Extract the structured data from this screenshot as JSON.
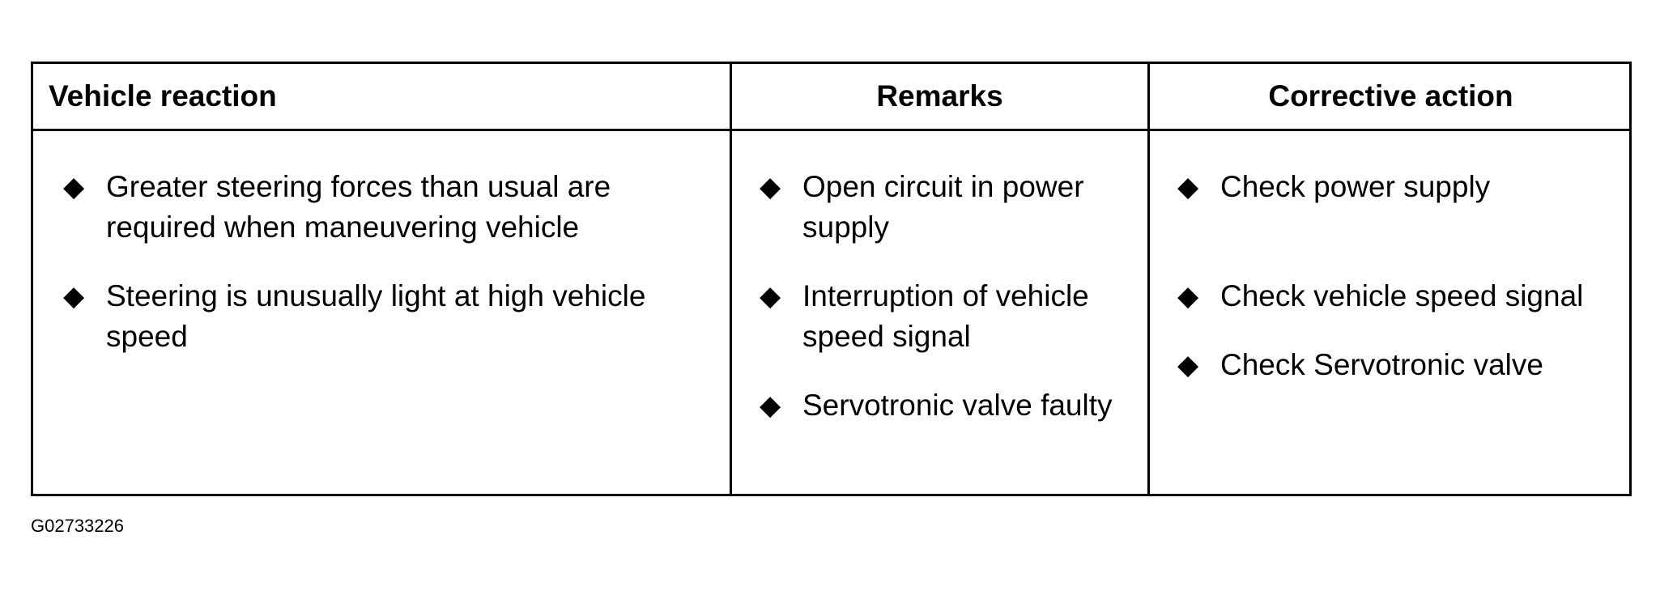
{
  "table": {
    "headers": [
      "Vehicle reaction",
      "Remarks",
      "Corrective action"
    ],
    "columns": [
      {
        "items": [
          "Greater steering forces than usual are required when maneuvering vehicle",
          "Steering is unusually light at high vehicle speed"
        ]
      },
      {
        "items": [
          "Open circuit in power supply",
          "Interruption of vehicle speed signal",
          "Servotronic valve faulty"
        ]
      },
      {
        "items": [
          "Check power supply",
          "Check vehicle speed signal",
          "Check Servotronic valve"
        ]
      }
    ],
    "bullet_symbol": "◆"
  },
  "figure_code": "G02733226"
}
